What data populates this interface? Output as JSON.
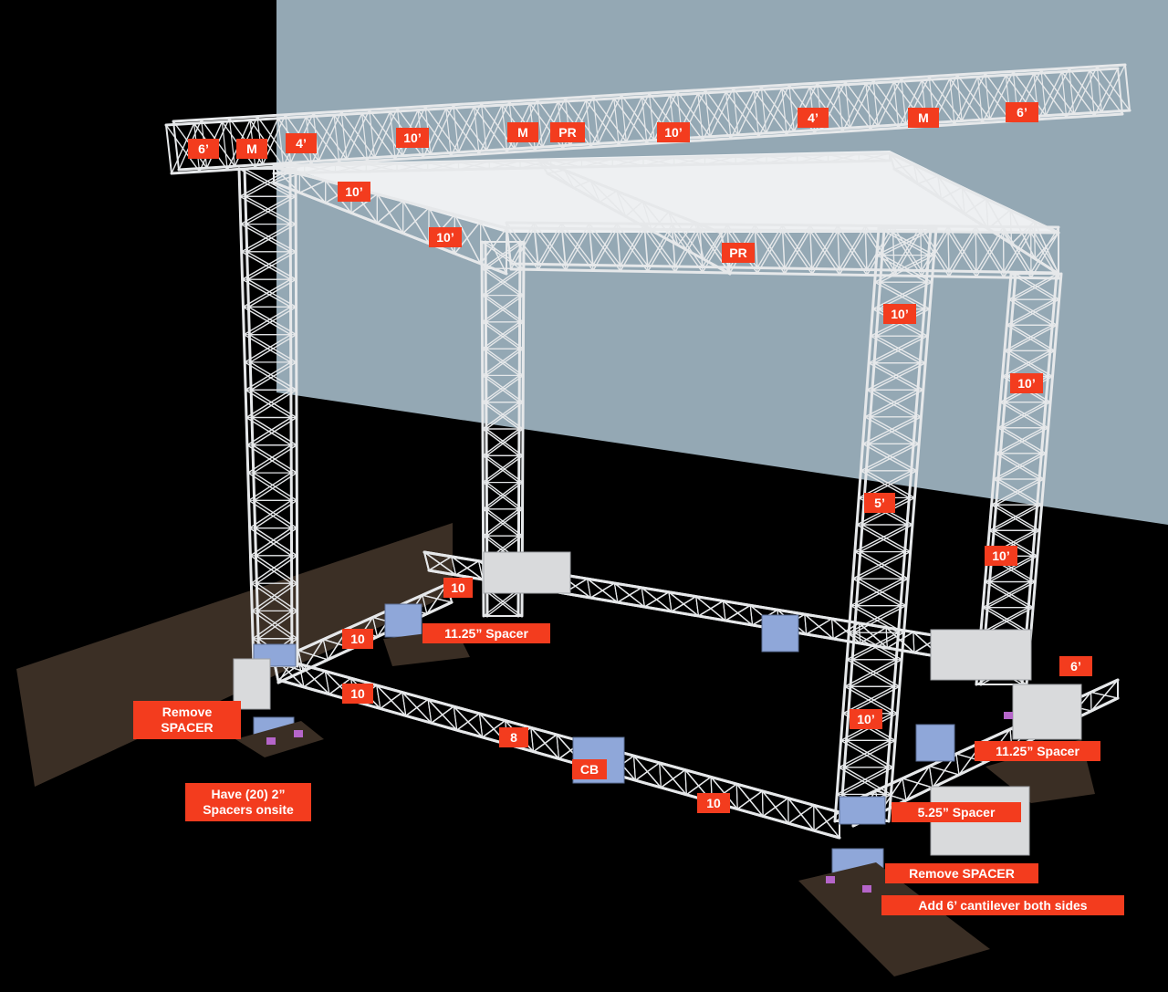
{
  "diagram": {
    "colors": {
      "background": "#000000",
      "wall": "#94a8b4",
      "low_wall": "#3b2f25",
      "truss": "#e6e8ea",
      "truss_shadow": "#a9adb2",
      "spacer": "#8fa7d9",
      "label_bg": "#f33c1e",
      "label_text": "#ffffff",
      "ballast": "#d9dadc",
      "base_plate": "#3a2e24",
      "foot": "#b565c9"
    },
    "labels": {
      "top_6ft_left": "6’",
      "top_m_left": "M",
      "top_4ft_left": "4’",
      "top_10ft_a": "10’",
      "top_m_center": "M",
      "top_pr_center": "PR",
      "top_10ft_b": "10’",
      "top_4ft_right": "4’",
      "top_m_right": "M",
      "top_6ft_right": "6’",
      "roof_10ft_a": "10’",
      "roof_10ft_b": "10’",
      "roof_pr_front": "PR",
      "leg_10ft_a": "10’",
      "leg_10ft_b": "10’",
      "leg_5ft": "5’",
      "leg_10ft_c": "10’",
      "leg_10ft_d": "10’",
      "base_10_back": "10",
      "base_10_left": "10",
      "spacer_back": "11.25” Spacer",
      "base_10_front": "10",
      "base_8": "8",
      "cb": "CB",
      "base_10_right": "10",
      "cant_6ft": "6’",
      "spacer_right": "11.25” Spacer",
      "spacer_front": "5.25” Spacer",
      "remove_spacer_left": "Remove SPACER",
      "remove_spacer_right": "Remove SPACER",
      "have_spacers": "Have (20) 2” Spacers onsite",
      "add_cantilever": "Add 6’ cantilever both sides"
    }
  }
}
